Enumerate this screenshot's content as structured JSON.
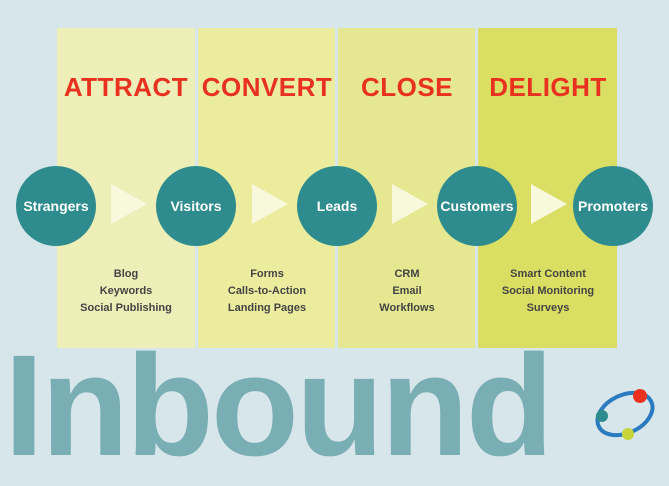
{
  "stages": [
    "ATTRACT",
    "CONVERT",
    "CLOSE",
    "DELIGHT"
  ],
  "nodes": [
    "Strangers",
    "Visitors",
    "Leads",
    "Customers",
    "Promoters"
  ],
  "tactics": [
    [
      "Blog",
      "Keywords",
      "Social Publishing"
    ],
    [
      "Forms",
      "Calls-to-Action",
      "Landing Pages"
    ],
    [
      "CRM",
      "Email",
      "Workflows"
    ],
    [
      "Smart Content",
      "Social Monitoring",
      "Surveys"
    ]
  ],
  "brand": "Inbound",
  "logo": {
    "dots": [
      "#e8311f",
      "#2e8c8f",
      "#c7d43b"
    ],
    "ring": "#2a7bbf"
  },
  "colors": {
    "accent": "#e8311f",
    "node": "#2e8c8f",
    "brand": "#7aaeb5"
  }
}
